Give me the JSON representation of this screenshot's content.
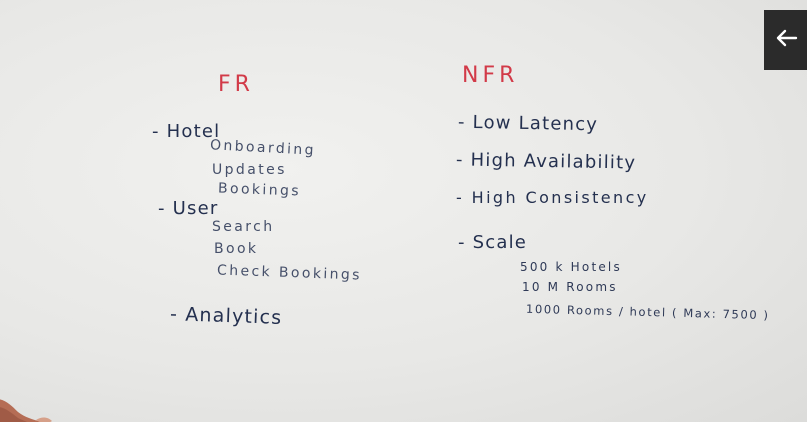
{
  "board": {
    "fr": {
      "title": "FR",
      "hotel": {
        "label": "- Hotel",
        "items": [
          "Onboarding",
          "Updates",
          "Bookings"
        ]
      },
      "user": {
        "label": "- User",
        "items": [
          "Search",
          "Book",
          "Check Bookings"
        ]
      },
      "analytics": "- Analytics"
    },
    "nfr": {
      "title": "NFR",
      "items": [
        "- Low Latency",
        "- High Availability",
        "- High Consistency",
        "- Scale"
      ],
      "scale": [
        "500 k Hotels",
        "10 M Rooms",
        "1000 Rooms / hotel ( Max: 7500 )"
      ]
    }
  },
  "back_button": {
    "icon": "arrow-left-icon",
    "label": "←"
  },
  "colors": {
    "heading": "#d23a48",
    "ink": "#2f3a57",
    "button": "#2b2b2b"
  }
}
